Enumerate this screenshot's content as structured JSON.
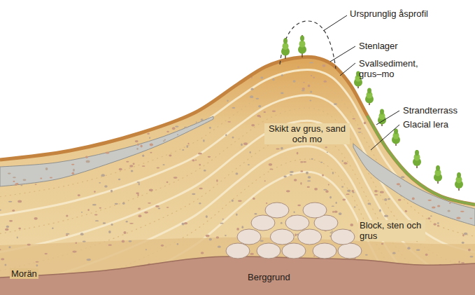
{
  "diagram": {
    "labels": [
      "Ursprunglig åsprofil",
      "Stenlager",
      "Svallsediment, grus–mo",
      "Strandterrass",
      "Glacial lera",
      "Skikt av grus, sand och mo",
      "Block, sten och grus",
      "Morän",
      "Berggrund"
    ]
  }
}
